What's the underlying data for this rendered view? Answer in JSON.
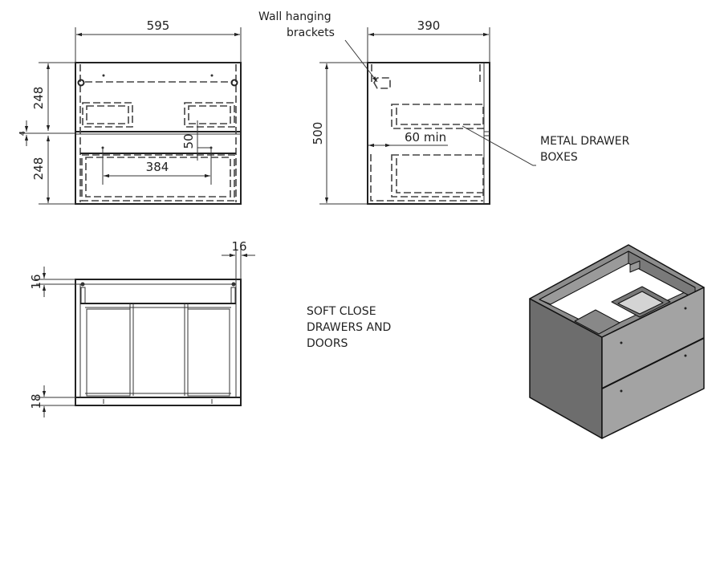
{
  "front_view": {
    "width_dim": "595",
    "upper_drawer_height": "248",
    "gap_dim": "4",
    "lower_drawer_height": "248",
    "handle_spacing": "384",
    "handle_offset": "50"
  },
  "side_view": {
    "depth_dim": "390",
    "height_dim": "500",
    "clearance_dim": "60 min",
    "bracket_label_line1": "Wall hanging",
    "bracket_label_line2": "brackets",
    "drawer_label_line1": "METAL DRAWER",
    "drawer_label_line2": "BOXES"
  },
  "plan_view": {
    "top_panel_dim": "16",
    "side_panel_dim": "16",
    "base_panel_dim": "18"
  },
  "notes": {
    "line1": "SOFT CLOSE",
    "line2": "DRAWERS AND",
    "line3": "DOORS"
  },
  "colors": {
    "front_face": "#a3a3a3",
    "side_face": "#6d6d6d",
    "rim": "#8c8c8c"
  }
}
